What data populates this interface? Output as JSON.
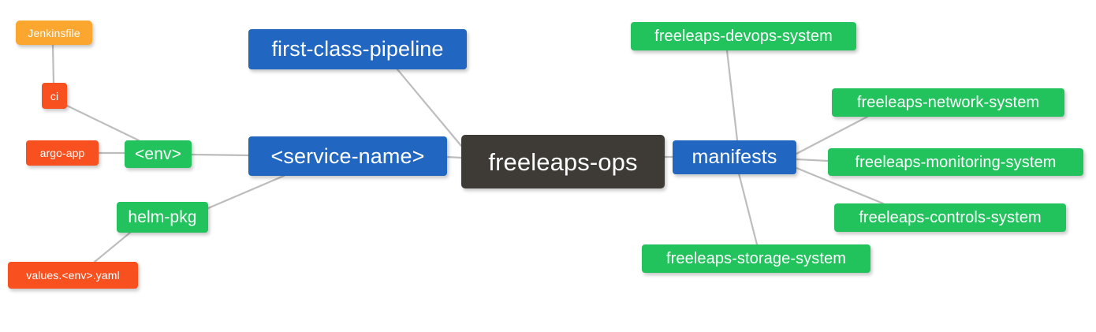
{
  "diagram": {
    "type": "mindmap",
    "title": "freeleaps-ops",
    "background": "#ffffff",
    "edge_color": "#bdbdbd"
  },
  "palette": {
    "root": "#3e3a36",
    "blue": "#2166c1",
    "green": "#22c35d",
    "orange": "#fba62f",
    "red": "#f9501f",
    "text": "#ffffff",
    "edge": "#bdbdbd"
  },
  "nodes": {
    "root": {
      "label": "freeleaps-ops",
      "color": "#3e3a36"
    },
    "service_name": {
      "label": "<service-name>",
      "color": "#2166c1"
    },
    "first_class_pipeline": {
      "label": "first-class-pipeline",
      "color": "#2166c1"
    },
    "manifests": {
      "label": "manifests",
      "color": "#2166c1"
    },
    "env": {
      "label": "<env>",
      "color": "#22c35d"
    },
    "helm_pkg": {
      "label": "helm-pkg",
      "color": "#22c35d"
    },
    "jenkinsfile": {
      "label": "Jenkinsfile",
      "color": "#fba62f"
    },
    "ci": {
      "label": "ci",
      "color": "#f9501f"
    },
    "argo_app": {
      "label": "argo-app",
      "color": "#f9501f"
    },
    "values_yaml": {
      "label": "values.<env>.yaml",
      "color": "#f9501f"
    },
    "devops_system": {
      "label": "freeleaps-devops-system",
      "color": "#22c35d"
    },
    "network_system": {
      "label": "freeleaps-network-system",
      "color": "#22c35d"
    },
    "monitoring_system": {
      "label": "freeleaps-monitoring-system",
      "color": "#22c35d"
    },
    "controls_system": {
      "label": "freeleaps-controls-system",
      "color": "#22c35d"
    },
    "storage_system": {
      "label": "freeleaps-storage-system",
      "color": "#22c35d"
    }
  },
  "edges": [
    {
      "from": "root",
      "to": "first_class_pipeline"
    },
    {
      "from": "root",
      "to": "service_name"
    },
    {
      "from": "root",
      "to": "manifests"
    },
    {
      "from": "service_name",
      "to": "env"
    },
    {
      "from": "service_name",
      "to": "helm_pkg"
    },
    {
      "from": "env",
      "to": "ci"
    },
    {
      "from": "env",
      "to": "argo_app"
    },
    {
      "from": "ci",
      "to": "jenkinsfile"
    },
    {
      "from": "helm_pkg",
      "to": "values_yaml"
    },
    {
      "from": "manifests",
      "to": "devops_system"
    },
    {
      "from": "manifests",
      "to": "network_system"
    },
    {
      "from": "manifests",
      "to": "monitoring_system"
    },
    {
      "from": "manifests",
      "to": "controls_system"
    },
    {
      "from": "manifests",
      "to": "storage_system"
    }
  ]
}
